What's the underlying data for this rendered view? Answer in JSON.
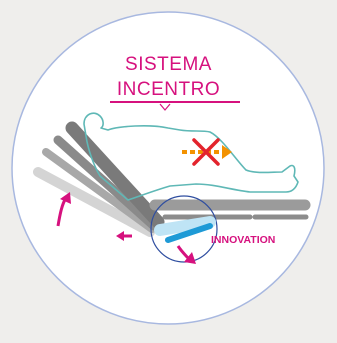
{
  "heading": {
    "line1": "SISTEMA",
    "line2": "INCENTRO"
  },
  "badge": {
    "label": "INNOVATION"
  },
  "colors": {
    "accent": "#d6117e",
    "circle_border": "#a8b8e0",
    "patient_outline": "#5fb8b6",
    "motion_arrow": "#f39200",
    "blocked_cross": "#e3232c",
    "mechanism_highlight": "#1e9ad6",
    "bed_dark": "#7f7f7f",
    "bed_mid": "#a6a6a6",
    "bed_light": "#d0d0d0"
  },
  "icons": [
    "blocked-motion-icon",
    "rotate-arrow-icon",
    "left-arrow-icon",
    "down-curved-arrow-icon"
  ]
}
